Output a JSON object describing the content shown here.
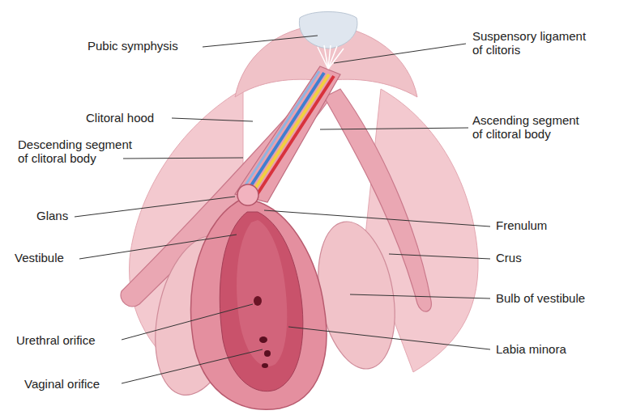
{
  "diagram": {
    "labels": [
      "Pubic symphysis",
      "Suspensory ligament of clitoris",
      "Clitoral hood",
      "Ascending segment of clitoral body",
      "Descending segment of clitoral body",
      "Glans",
      "Frenulum",
      "Crus",
      "Vestibule",
      "Bulb of vestibule",
      "Urethral orifice",
      "Labia minora",
      "Vaginal orifice"
    ]
  }
}
